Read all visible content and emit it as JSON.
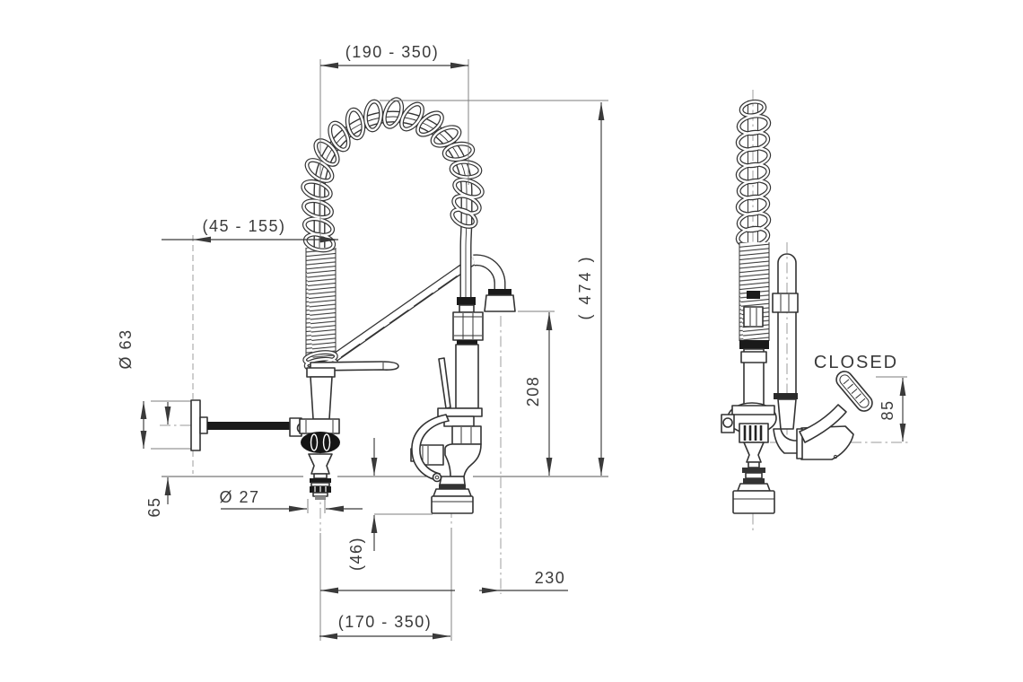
{
  "drawing_labels": {
    "top_reach": "(190 - 350)",
    "wall_offset": "(45 - 155)",
    "overall_height": "( 474 )",
    "spout_height": "208",
    "flange_diameter": "Ø 63",
    "under_height": "65",
    "inlet_diameter": "Ø 27",
    "head_drop": "(46)",
    "spout_reach": "230",
    "head_reach": "(170 - 350)",
    "lever_state": "CLOSED",
    "lever_height": "85"
  },
  "colors": {
    "line": "#333333",
    "dim": "#3a3a3a",
    "ext": "#7d7d7d",
    "center": "#9a9a9a",
    "ink": "#1a1a1a",
    "txt": "#3a3a3a",
    "bg": "#ffffff"
  }
}
